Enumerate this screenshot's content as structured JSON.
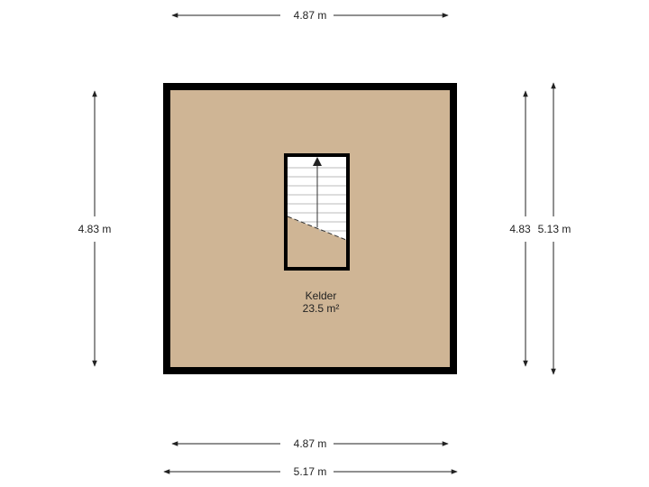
{
  "room": {
    "name": "Kelder",
    "area": "23.5 m²"
  },
  "dimensions": {
    "top_inner": "4.87 m",
    "bottom_inner": "4.87 m",
    "bottom_outer": "5.17 m",
    "left_inner": "4.83 m",
    "right_inner": "4.83",
    "right_outer": "5.13 m"
  },
  "colors": {
    "floor": "#cfb595",
    "wall": "#000000",
    "dimension_line": "#222222",
    "stair_fill": "#ffffff"
  }
}
